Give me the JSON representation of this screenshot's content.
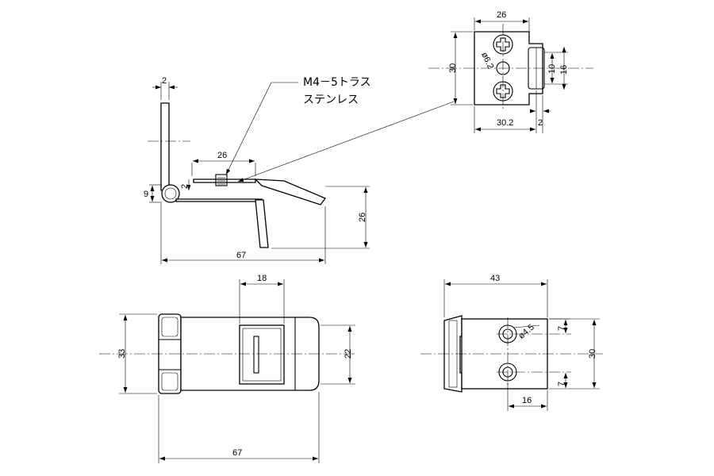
{
  "note": {
    "line1": "M4－5トラス",
    "line2": "ステンレス"
  },
  "side_view": {
    "dims": {
      "plate_thickness": "2",
      "screw_spacing": "26",
      "knuckle_height": "9",
      "thickness_small": "2",
      "height": "26",
      "overall_length": "67"
    }
  },
  "detail_view": {
    "dims": {
      "width": "26",
      "height": "30",
      "hole_dia": "ø6.2",
      "slot_width": "10",
      "slot_span": "16",
      "offset": "30.2",
      "gap": "2"
    }
  },
  "plan_view": {
    "dims": {
      "keeper_width": "18",
      "height": "33",
      "keeper_height": "22",
      "overall_length": "67"
    }
  },
  "leaf_view": {
    "dims": {
      "width": "43",
      "hole_dia": "ø4.5",
      "edge_top": "7",
      "height": "30",
      "edge_bottom": "7",
      "hole_offset": "16"
    }
  }
}
